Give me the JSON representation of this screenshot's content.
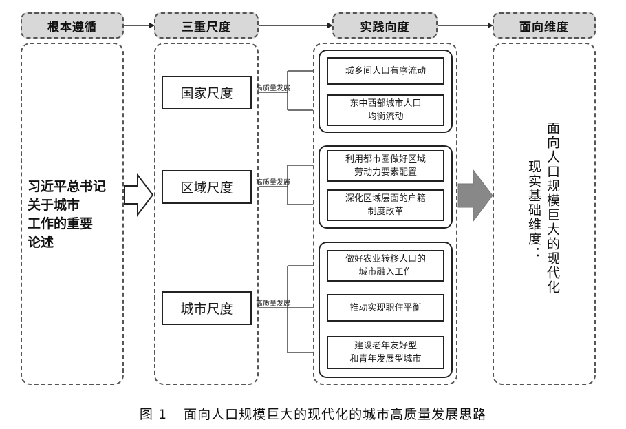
{
  "headers": {
    "root": "根本遵循",
    "scales": "三重尺度",
    "practice": "实践向度",
    "dimension": "面向维度"
  },
  "root_text": [
    "习近平总书记",
    "关于城市",
    "工作的重要",
    "论述"
  ],
  "scales": {
    "national": "国家尺度",
    "regional": "区域尺度",
    "city": "城市尺度"
  },
  "connector_label": "高质量发展",
  "practice": {
    "national": [
      "城乡间人口有序流动",
      "东中西部城市人口\n均衡流动"
    ],
    "regional": [
      "利用都市圈做好区域\n劳动力要素配置",
      "深化区域层面的户籍\n制度改革"
    ],
    "city": [
      "做好农业转移人口的\n城市融入工作",
      "推动实现职住平衡",
      "建设老年友好型\n和青年发展型城市"
    ]
  },
  "dimension_text": {
    "col1": "面向人口规模巨大的现代化",
    "col2": "现实基础维度："
  },
  "caption": {
    "figure_no": "图 1",
    "title": "面向人口规模巨大的现代化的城市高质量发展思路"
  }
}
